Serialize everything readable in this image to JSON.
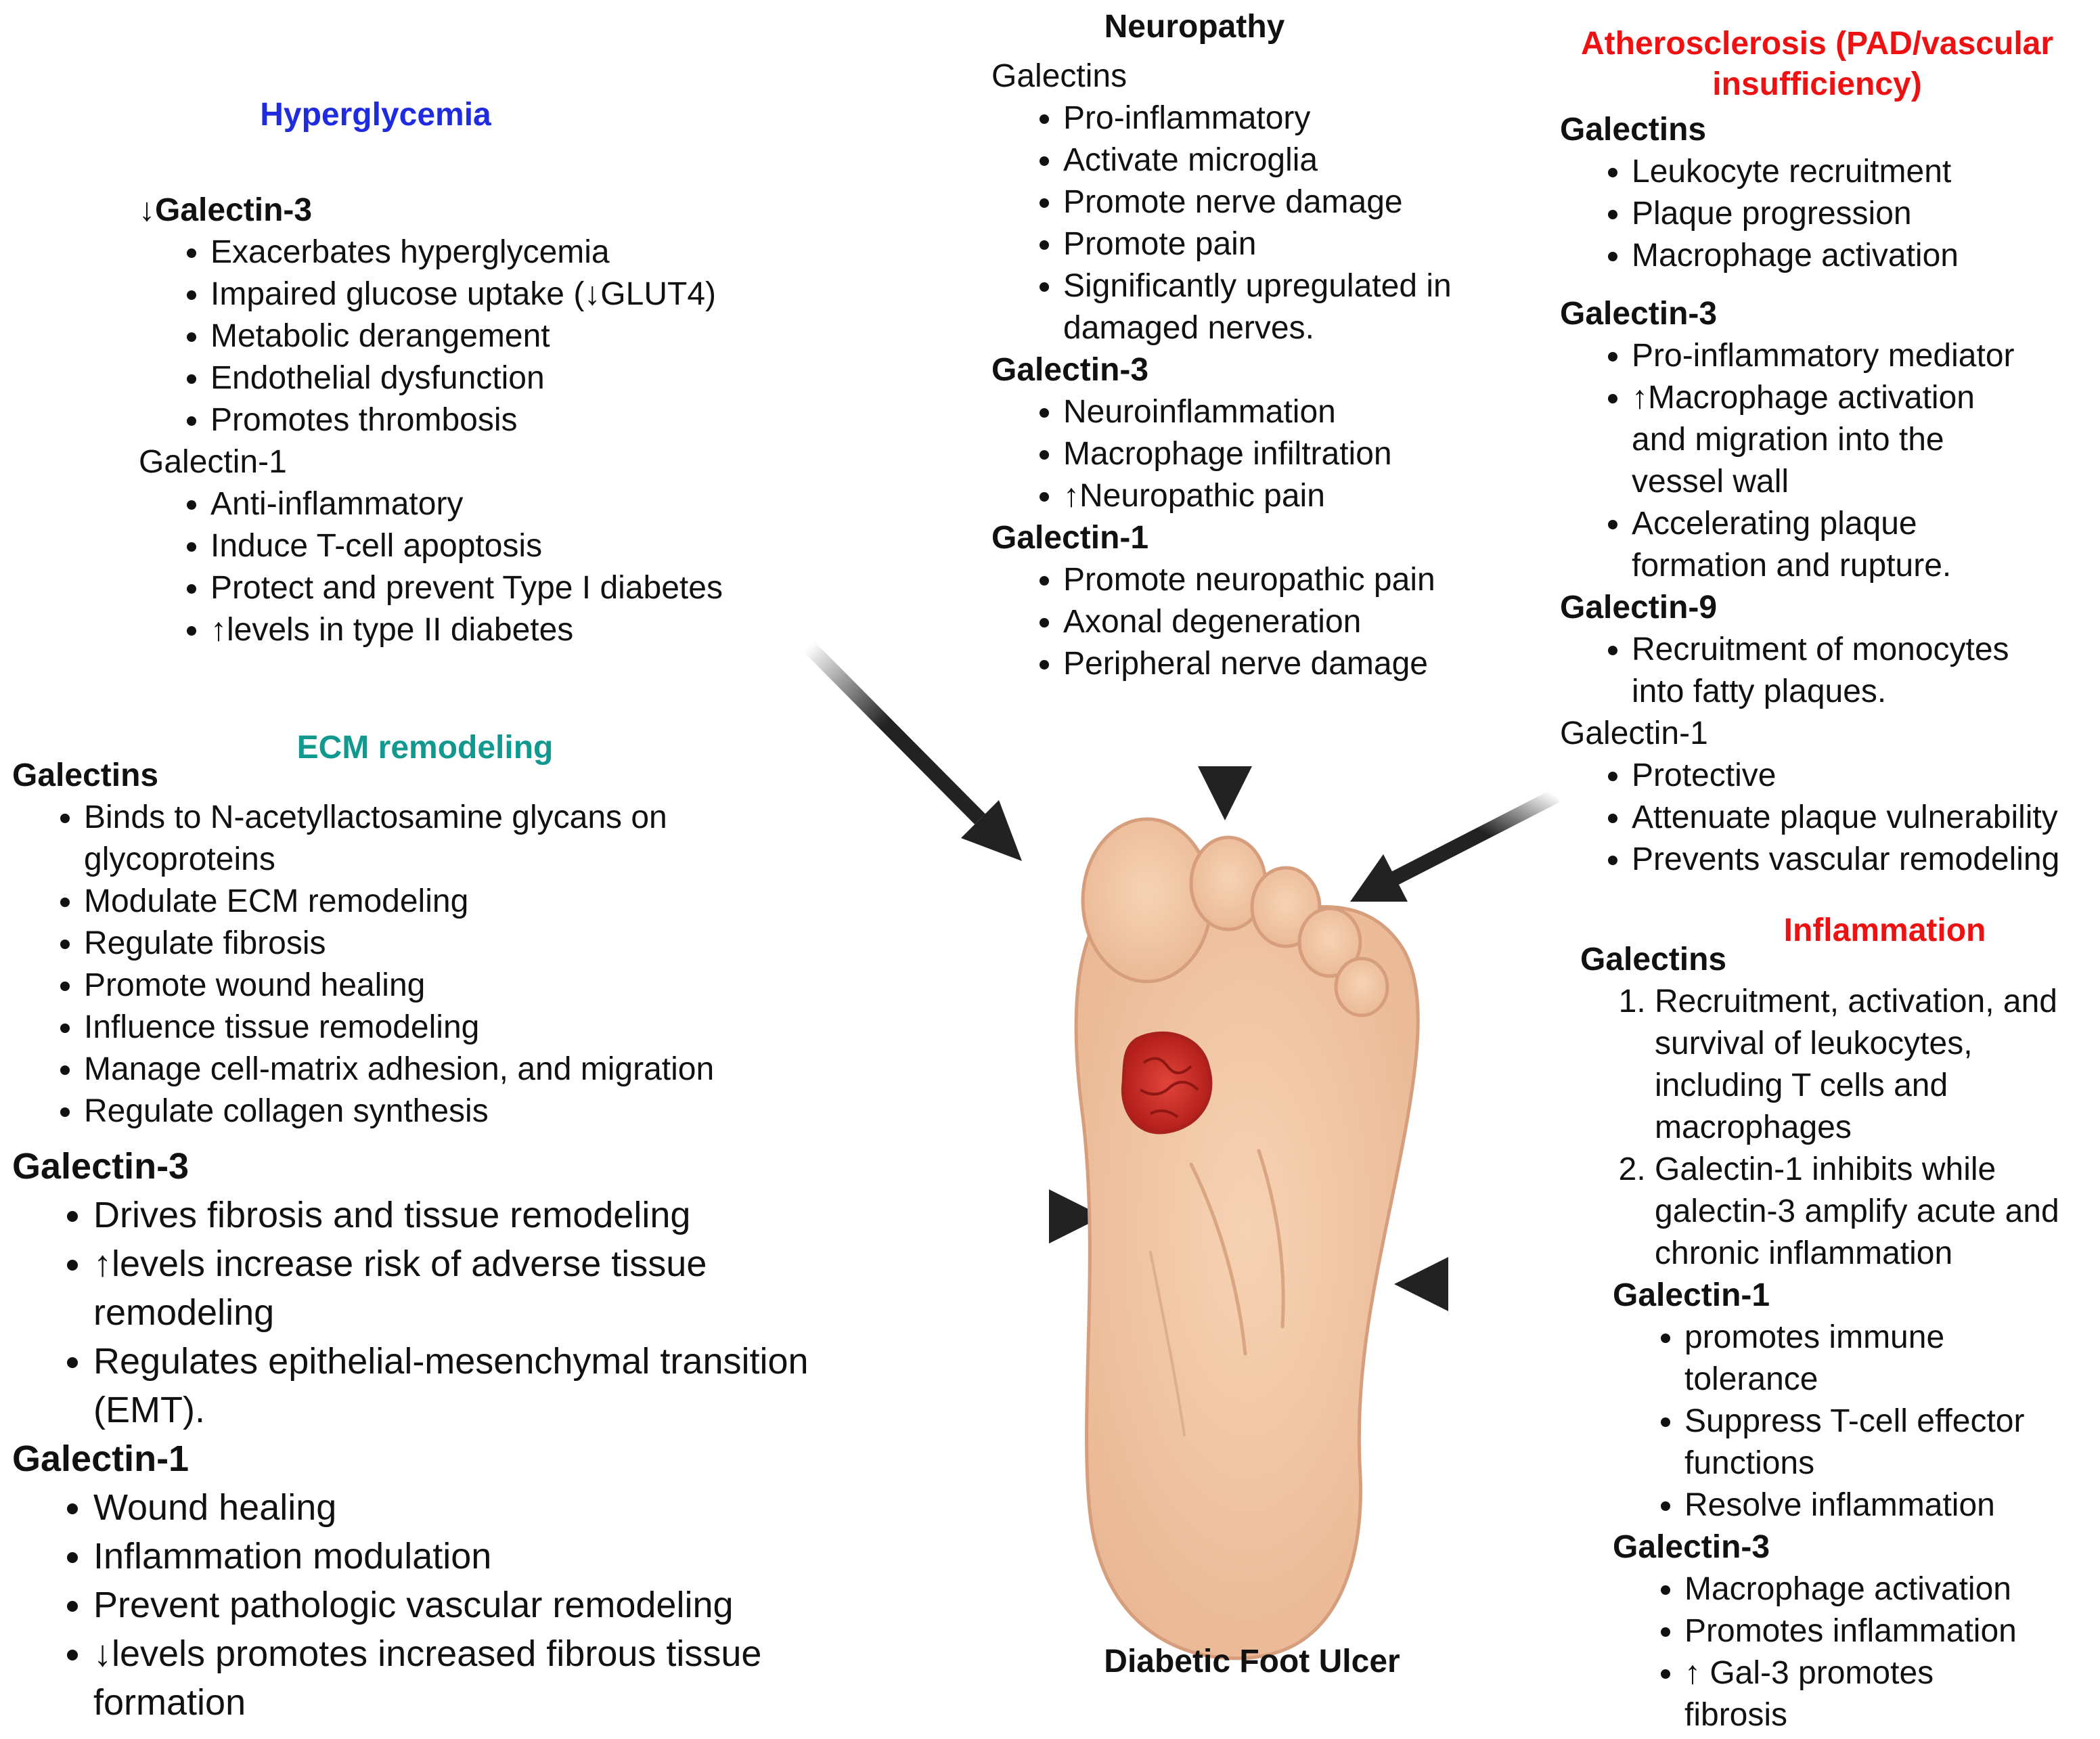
{
  "colors": {
    "blue": "#1f2be0",
    "teal": "#12998f",
    "red": "#ee1111",
    "arrow": "#222222",
    "skin": "#f1c7a4",
    "ulcer": "#c92a24"
  },
  "hyperglycemia": {
    "title": "Hyperglycemia",
    "g3_label": "↓Galectin-3",
    "g3_items": [
      "Exacerbates hyperglycemia",
      "Impaired glucose uptake (↓GLUT4)",
      "Metabolic derangement",
      "Endothelial dysfunction",
      "Promotes thrombosis"
    ],
    "g1_label": "Galectin-1",
    "g1_items": [
      "Anti-inflammatory",
      "Induce T-cell apoptosis",
      "Protect and prevent Type I diabetes",
      "↑levels in type II diabetes"
    ]
  },
  "neuropathy": {
    "title": "Neuropathy",
    "gal_label": "Galectins",
    "gal_items": [
      "Pro-inflammatory",
      "Activate microglia",
      "Promote nerve damage",
      "Promote pain",
      "Significantly upregulated in damaged nerves."
    ],
    "g3_label": "Galectin-3",
    "g3_items": [
      "Neuroinflammation",
      "Macrophage infiltration",
      "↑Neuropathic pain"
    ],
    "g1_label": "Galectin-1",
    "g1_items": [
      "Promote neuropathic pain",
      "Axonal degeneration",
      "Peripheral nerve damage"
    ]
  },
  "atherosclerosis": {
    "title": "Atherosclerosis (PAD/vascular insufficiency)",
    "gal_label": "Galectins",
    "gal_items": [
      "Leukocyte recruitment",
      "Plaque progression",
      "Macrophage activation"
    ],
    "g3_label": "Galectin-3",
    "g3_items": [
      "Pro-inflammatory mediator",
      "↑Macrophage activation and migration into the vessel wall",
      "Accelerating plaque formation and rupture."
    ],
    "g9_label": "Galectin-9",
    "g9_items": [
      "Recruitment of monocytes into fatty plaques."
    ],
    "g1_label": "Galectin-1",
    "g1_items": [
      "Protective",
      "Attenuate plaque vulnerability",
      "Prevents vascular remodeling"
    ]
  },
  "ecm": {
    "title": "ECM remodeling",
    "gal_label": "Galectins",
    "gal_items": [
      "Binds to N-acetyllactosamine glycans on glycoproteins",
      "Modulate ECM remodeling",
      "Regulate fibrosis",
      "Promote wound healing",
      "Influence tissue remodeling",
      "Manage cell-matrix adhesion, and migration",
      "Regulate collagen synthesis"
    ],
    "g3_label": "Galectin-3",
    "g3_items": [
      "Drives fibrosis and tissue remodeling",
      "↑levels  increase risk of adverse tissue remodeling",
      "Regulates epithelial-mesenchymal transition (EMT)."
    ],
    "g1_label": "Galectin-1",
    "g1_items": [
      "Wound healing",
      "Inflammation modulation",
      "Prevent pathologic vascular remodeling",
      "↓levels  promotes increased fibrous tissue formation"
    ]
  },
  "inflammation": {
    "title": "Inflammation",
    "gal_label": "Galectins",
    "gal_items": [
      "Recruitment, activation, and survival of leukocytes, including T cells and macrophages",
      "Galectin-1 inhibits while galectin-3 amplify acute and chronic inflammation"
    ],
    "g1_label": "Galectin-1",
    "g1_items": [
      "promotes immune tolerance",
      "Suppress T-cell effector functions",
      "Resolve inflammation"
    ],
    "g3_label": "Galectin-3",
    "g3_items": [
      "Macrophage activation",
      "Promotes inflammation",
      "↑ Gal-3 promotes fibrosis"
    ]
  },
  "center": {
    "label": "Diabetic Foot Ulcer"
  }
}
